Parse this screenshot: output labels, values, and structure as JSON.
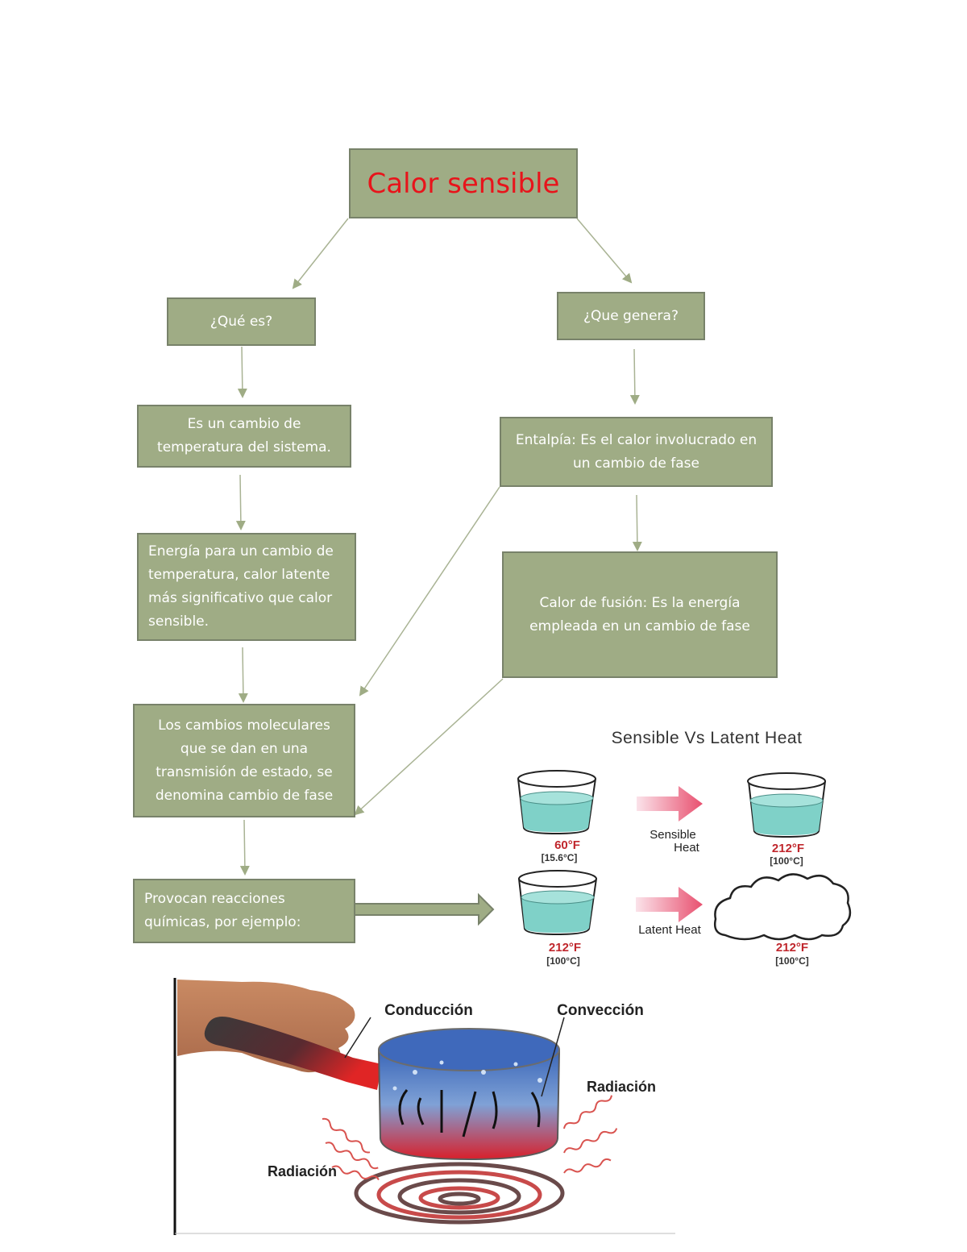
{
  "diagram": {
    "title": "Calor sensible",
    "que_es": "¿Qué es?",
    "que_genera": "¿Que genera?",
    "definicion": "Es un cambio de temperatura del sistema.",
    "entalpia": "Entalpía: Es el calor involucrado en un cambio de fase",
    "energia": "Energía para un cambio de temperatura, calor latente más significativo que calor sensible.",
    "fusion": "Calor de fusión: Es la energía empleada en un cambio de fase",
    "cambios": "Los cambios moleculares que se dan en una transmisión de estado, se denomina cambio de fase",
    "provocan": "Provocan reacciones químicas, por ejemplo:"
  },
  "heat_figure": {
    "title": "Sensible Vs Latent Heat",
    "sensible_label_1": "Sensible",
    "sensible_label_2": "Heat",
    "latent_label": "Latent Heat",
    "beaker1_f": "60°F",
    "beaker1_c": "[15.6°C]",
    "beaker2_f": "212°F",
    "beaker2_c": "[100°C]",
    "beaker3_f": "212°F",
    "beaker3_c": "[100°C]",
    "cloud_f": "212°F",
    "cloud_c": "[100°C]"
  },
  "transfer_figure": {
    "conduccion": "Conducción",
    "conveccion": "Convección",
    "radiacion_right": "Radiación",
    "radiacion_left": "Radiación"
  },
  "colors": {
    "node_fill": "#9fac85",
    "node_border": "#78826a",
    "title_text": "#e8141b",
    "temp_text": "#c0272d"
  }
}
